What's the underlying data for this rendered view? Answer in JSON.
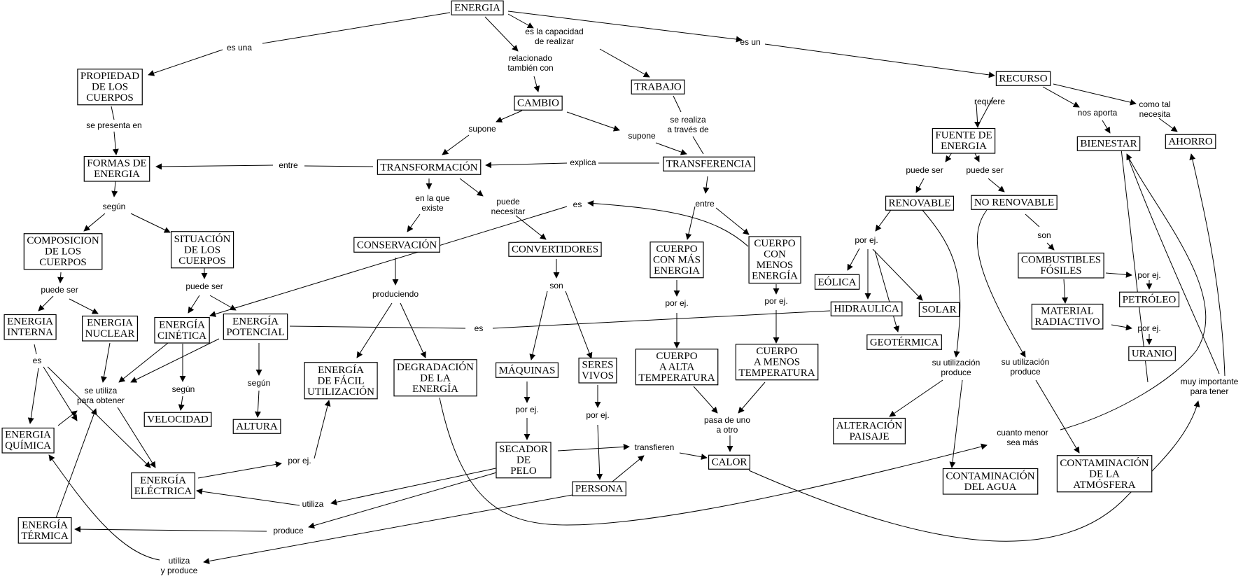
{
  "nodes": {
    "energia": [
      "ENERGIA"
    ],
    "propiedad": [
      "PROPIEDAD",
      "DE LOS",
      "CUERPOS"
    ],
    "formas": [
      "FORMAS DE",
      "ENERGIA"
    ],
    "composicion": [
      "COMPOSICION",
      "DE LOS",
      "CUERPOS"
    ],
    "situacion": [
      "SITUACIÓN",
      "DE LOS",
      "CUERPOS"
    ],
    "interna": [
      "ENERGIA",
      "INTERNA"
    ],
    "nuclear": [
      "ENERGIA",
      "NUCLEAR"
    ],
    "cinetica": [
      "ENERGÍA",
      "CINÉTICA"
    ],
    "potencial": [
      "ENERGÍA",
      "POTENCIAL"
    ],
    "quimica": [
      "ENERGIA",
      "QUÍMICA"
    ],
    "termica": [
      "ENERGÍA",
      "TÉRMICA"
    ],
    "electrica": [
      "ENERGÍA",
      "ELÉCTRICA"
    ],
    "velocidad": [
      "VELOCIDAD"
    ],
    "altura": [
      "ALTURA"
    ],
    "cambio": [
      "CAMBIO"
    ],
    "transformacion": [
      "TRANSFORMACIÓN"
    ],
    "trabajo": [
      "TRABAJO"
    ],
    "transferencia": [
      "TRANSFERENCIA"
    ],
    "conservacion": [
      "CONSERVACIÓN"
    ],
    "convertidores": [
      "CONVERTIDORES"
    ],
    "facil": [
      "ENERGÍA",
      "DE FÁCIL",
      "UTILIZACIÓN"
    ],
    "degradacion": [
      "DEGRADACIÓN",
      "DE LA",
      "ENERGÍA"
    ],
    "maquinas": [
      "MÁQUINAS"
    ],
    "seres": [
      "SERES",
      "VIVOS"
    ],
    "secador": [
      "SECADOR",
      "DE",
      "PELO"
    ],
    "persona": [
      "PERSONA"
    ],
    "mas_energia": [
      "CUERPO",
      "CON MÁS",
      "ENERGIA"
    ],
    "menos_energia": [
      "CUERPO",
      "CON",
      "MENOS",
      "ENERGÍA"
    ],
    "alta_temp": [
      "CUERPO",
      "A ALTA",
      "TEMPERATURA"
    ],
    "menos_temp": [
      "CUERPO",
      "A MENOS",
      "TEMPERATURA"
    ],
    "calor": [
      "CALOR"
    ],
    "recurso": [
      "RECURSO"
    ],
    "fuente": [
      "FUENTE DE",
      "ENERGIA"
    ],
    "bienestar": [
      "BIENESTAR"
    ],
    "ahorro": [
      "AHORRO"
    ],
    "renovable": [
      "RENOVABLE"
    ],
    "no_renovable": [
      "NO RENOVABLE"
    ],
    "eolica": [
      "EÓLICA"
    ],
    "hidraulica": [
      "HIDRAULICA"
    ],
    "solar": [
      "SOLAR"
    ],
    "geotermica": [
      "GEOTÉRMICA"
    ],
    "combustibles": [
      "COMBUSTIBLES",
      "FÓSILES"
    ],
    "radiactivo": [
      "MATERIAL",
      "RADIACTIVO"
    ],
    "petroleo": [
      "PETRÓLEO"
    ],
    "uranio": [
      "URANIO"
    ],
    "alteracion": [
      "ALTERACIÓN",
      "PAISAJE"
    ],
    "cont_agua": [
      "CONTAMINACIÓN",
      "DEL AGUA"
    ],
    "cont_atm": [
      "CONTAMINACIÓN",
      "DE LA",
      "ATMÓSFERA"
    ]
  },
  "links": {
    "es_una": [
      "es una"
    ],
    "capacidad": [
      "es la capacidad",
      "de realizar"
    ],
    "es_un": [
      "es un"
    ],
    "relacionado": [
      "relacionado",
      "también con"
    ],
    "se_presenta": [
      "se presenta en"
    ],
    "supone1": [
      "supone"
    ],
    "supone2": [
      "supone"
    ],
    "se_realiza": [
      "se realiza",
      "a través de"
    ],
    "entre1": [
      "entre"
    ],
    "explica": [
      "explica"
    ],
    "segun1": [
      "según"
    ],
    "en_la_que": [
      "en la que",
      "existe"
    ],
    "puede_necesitar": [
      "puede",
      "necesitar"
    ],
    "es1": [
      "es"
    ],
    "entre2": [
      "entre"
    ],
    "puede_ser1": [
      "puede ser"
    ],
    "puede_ser2": [
      "puede ser"
    ],
    "produciendo": [
      "produciendo"
    ],
    "son1": [
      "son"
    ],
    "por_ej_mas": [
      "por ej."
    ],
    "por_ej_menos": [
      "por ej."
    ],
    "es_interna": [
      "es"
    ],
    "se_utiliza": [
      "se utiliza",
      "para obtener"
    ],
    "segun_cin": [
      "según"
    ],
    "segun_pot": [
      "según"
    ],
    "es_mid": [
      "es"
    ],
    "por_ej_maq": [
      "por ej."
    ],
    "por_ej_seres": [
      "por ej."
    ],
    "pasa": [
      "pasa de uno",
      "a otro"
    ],
    "transfieren": [
      "transfieren"
    ],
    "por_ej_elec": [
      "por ej."
    ],
    "utiliza": [
      "utiliza"
    ],
    "produce": [
      "produce"
    ],
    "utiliza_produce": [
      "utiliza",
      "y produce"
    ],
    "requiere": [
      "requiere"
    ],
    "nos_aporta": [
      "nos aporta"
    ],
    "como_tal": [
      "como tal",
      "necesita"
    ],
    "puede_ser3": [
      "puede ser"
    ],
    "puede_ser4": [
      "puede ser"
    ],
    "por_ej_ren": [
      "por ej."
    ],
    "son2": [
      "son"
    ],
    "por_ej_comb": [
      "por ej."
    ],
    "por_ej_rad": [
      "por ej."
    ],
    "su_util1": [
      "su utilización",
      "produce"
    ],
    "su_util2": [
      "su utilización",
      "produce"
    ],
    "cuanto": [
      "cuanto menor",
      "sea más"
    ],
    "muy_importante": [
      "muy importante",
      "para tener"
    ]
  }
}
